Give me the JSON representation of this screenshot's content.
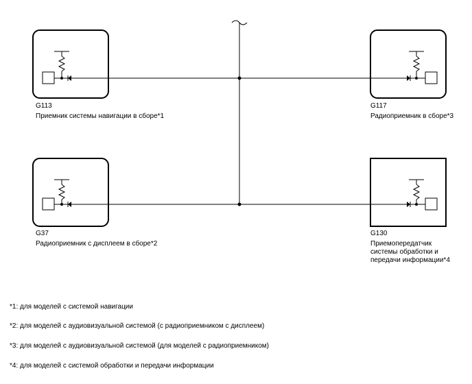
{
  "components": [
    {
      "id": "G113",
      "name": "Приемник системы навигации в сборе*1"
    },
    {
      "id": "G117",
      "name": "Радиоприемник в сборе*3"
    },
    {
      "id": "G37",
      "name": "Радиоприемник с дисплеем в сборе*2"
    },
    {
      "id": "G130",
      "name_lines": [
        "Приемопередатчик",
        "системы обработки и",
        "передачи информации*4"
      ]
    }
  ],
  "notes": [
    "*1: для моделей с системой навигации",
    "*2: для моделей с аудиовизуальной системой (с радиоприемником с дисплеем)",
    "*3: для моделей с аудиовизуальной системой (для моделей с радиоприемником)",
    "*4: для моделей с системой обработки и передачи информации"
  ],
  "colors": {
    "line": "#000000",
    "background": "#ffffff"
  }
}
